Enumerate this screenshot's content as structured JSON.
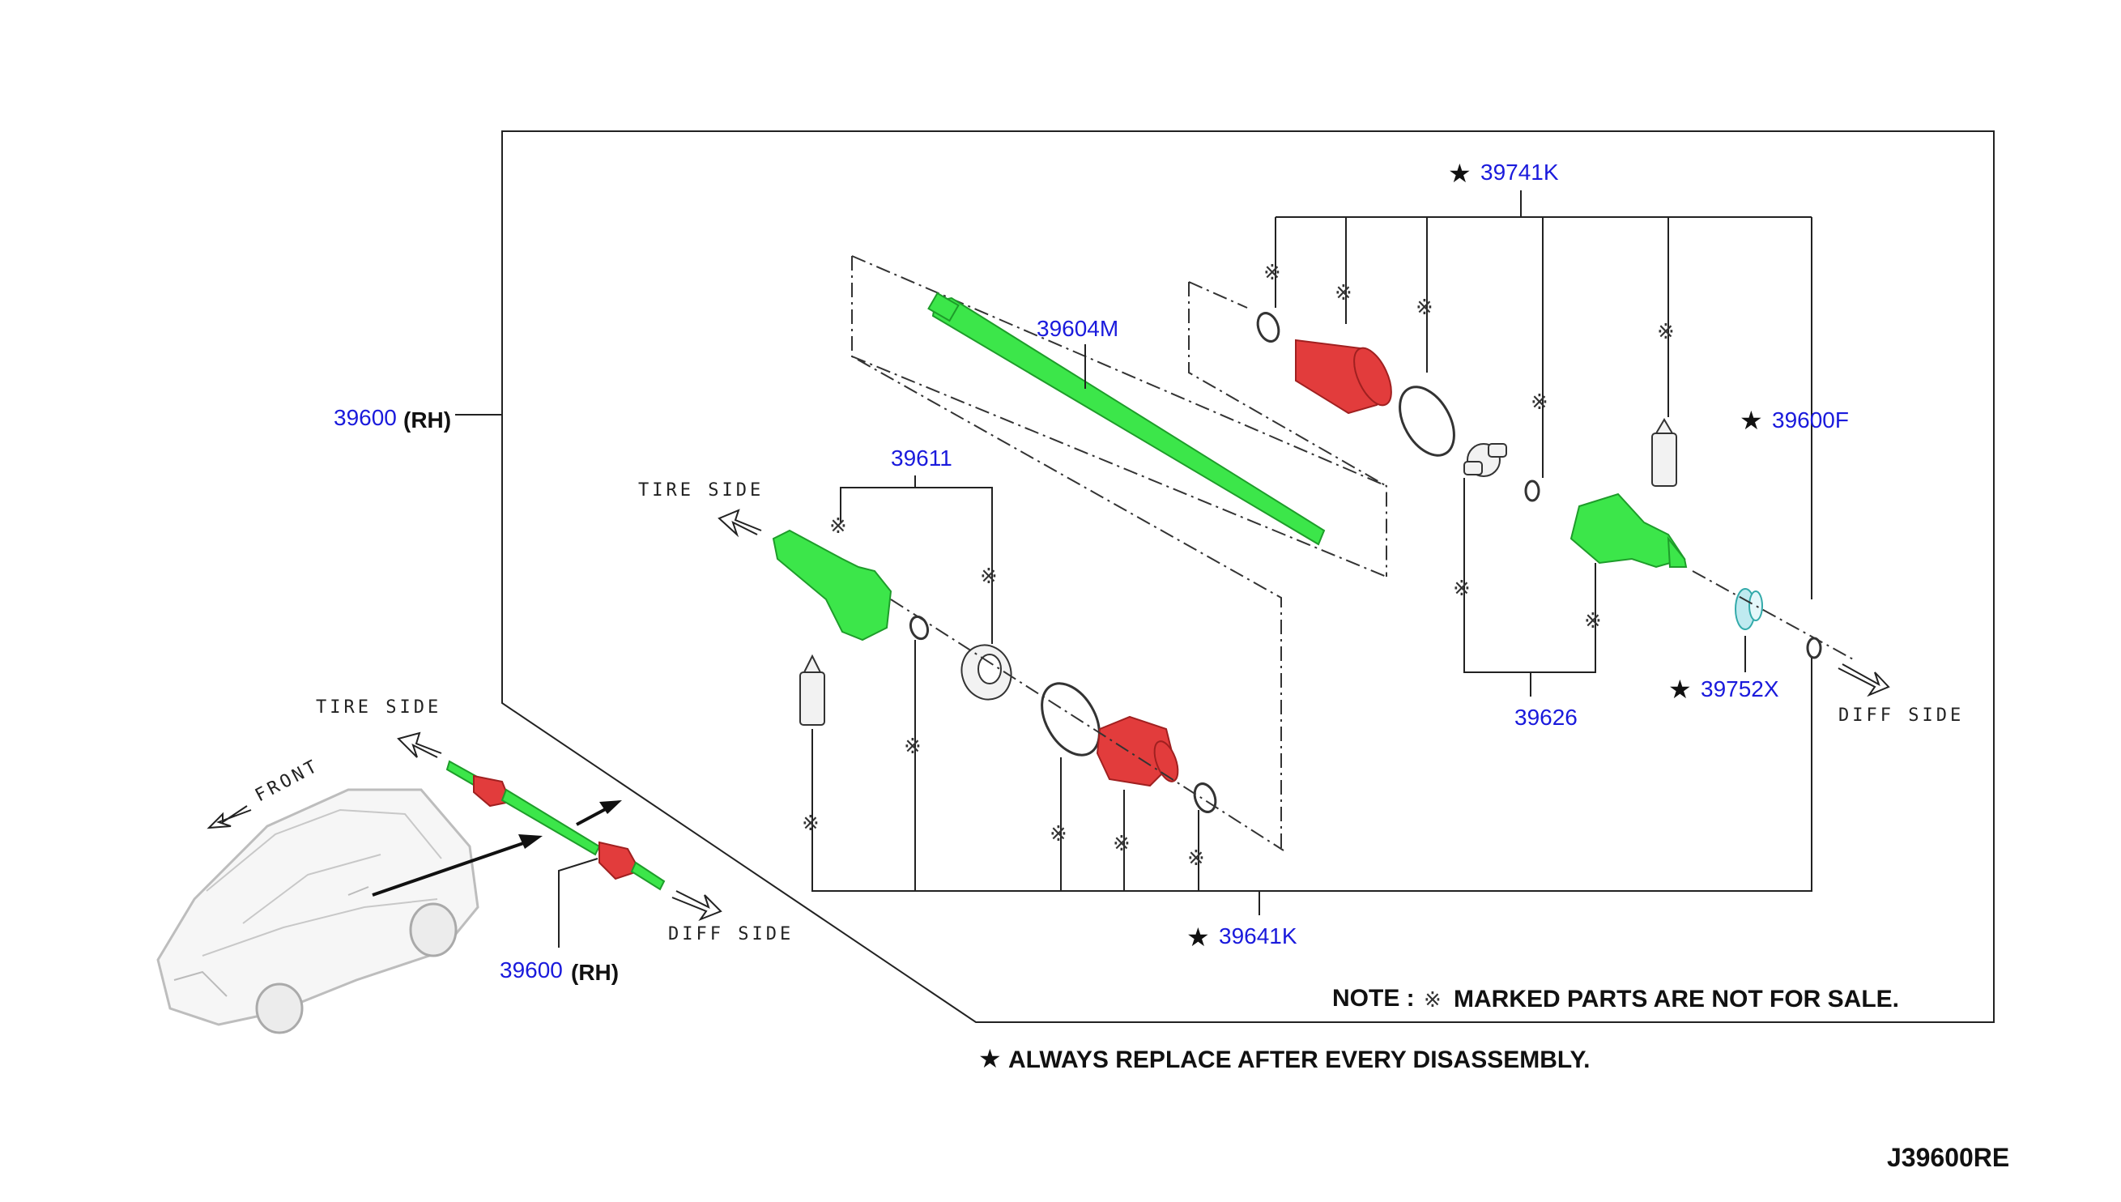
{
  "labels": {
    "p39600_top": "39600",
    "p39600_bottom": "39600",
    "rh": "(RH)",
    "p39604M": "39604M",
    "p39611": "39611",
    "p39741K": "39741K",
    "p39600F": "39600F",
    "p39752X": "39752X",
    "p39626": "39626",
    "p39641K": "39641K"
  },
  "sides": {
    "tire_side": "TIRE SIDE",
    "diff_side": "DIFF SIDE",
    "front": "FRONT"
  },
  "symbols": {
    "star": "★",
    "not_for_sale": "※"
  },
  "notes": {
    "note_prefix": "NOTE :",
    "note_text": "MARKED PARTS ARE NOT FOR SALE.",
    "always_replace": "ALWAYS REPLACE AFTER EVERY DISASSEMBLY."
  },
  "diagram_code": "J39600RE",
  "colors": {
    "label_blue": "#1a1adc",
    "part_green": "#3ce64a",
    "boot_red": "#e23c3c"
  }
}
